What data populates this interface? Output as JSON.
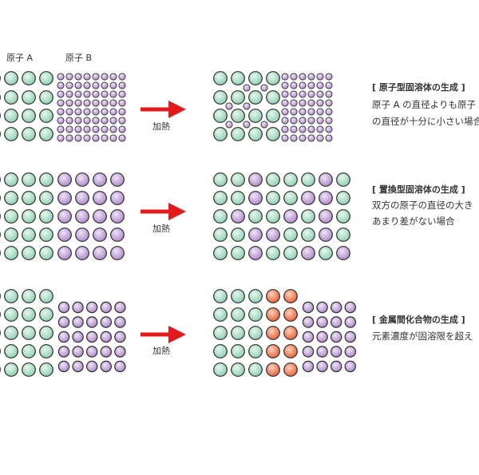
{
  "legend": {
    "atom_a": "原子 A",
    "atom_b": "原子 B"
  },
  "heat_label": "加熱",
  "colors": {
    "atom_a": "#a8dcc6",
    "atom_b": "#c8a9de",
    "compound": "#ef7d50",
    "outline": "#2e2e2e",
    "arrow": "#e3191b"
  },
  "rows": [
    {
      "id": "interstitial",
      "title": "[ 原子型固溶体の生成 ]",
      "desc_lines": [
        "原子 A の直径よりも原子",
        "の直径が十分に小さい場合"
      ]
    },
    {
      "id": "substitutional",
      "title": "[ 置換型固溶体の生成 ]",
      "desc_lines": [
        "双方の原子の直径の大き",
        "あまり差がない場合"
      ]
    },
    {
      "id": "intermetallic",
      "title": "[ 金属間化合物の生成 ]",
      "desc_lines": [
        "元素濃度が固溶限を超え"
      ]
    }
  ]
}
